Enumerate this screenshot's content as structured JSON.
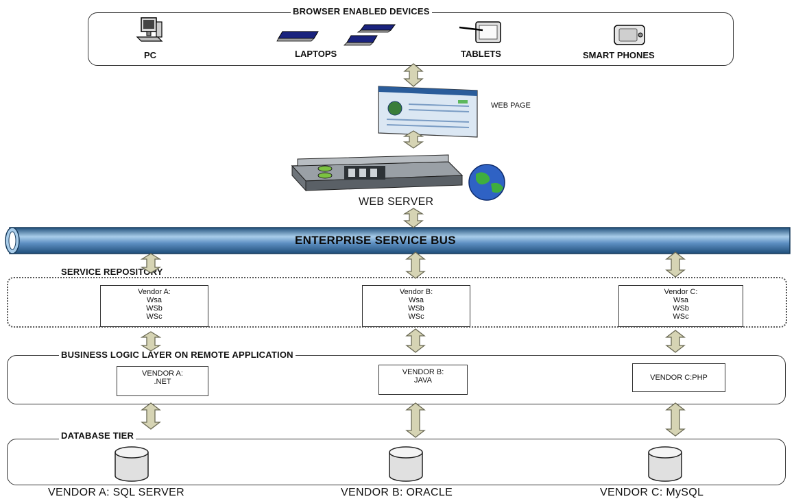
{
  "devices": {
    "title": "BROWSER ENABLED DEVICES",
    "items": [
      {
        "label": "PC",
        "icon": "pc-icon"
      },
      {
        "label": "LAPTOPS",
        "icon": "laptops-icon"
      },
      {
        "label": "TABLETS",
        "icon": "tablet-icon"
      },
      {
        "label": "SMART PHONES",
        "icon": "smartphone-icon"
      }
    ]
  },
  "web_page": {
    "label": "WEB PAGE",
    "icon": "web-page-icon"
  },
  "web_server": {
    "label": "WEB SERVER",
    "icon": "server-icon"
  },
  "esb": {
    "label": "ENTERPRISE SERVICE BUS"
  },
  "service_repository": {
    "title": "SERVICE REPOSITORY",
    "vendors": [
      {
        "lines": [
          "Vendor A:",
          "Wsa",
          "WSb",
          "WSc"
        ]
      },
      {
        "lines": [
          "Vendor B:",
          "Wsa",
          "WSb",
          "WSc"
        ]
      },
      {
        "lines": [
          "Vendor C:",
          "Wsa",
          "WSb",
          "WSc"
        ]
      }
    ]
  },
  "business_logic": {
    "title": "BUSINESS LOGIC LAYER ON REMOTE APPLICATION",
    "vendors": [
      {
        "lines": [
          "VENDOR A:",
          ".NET"
        ]
      },
      {
        "lines": [
          "VENDOR B:",
          "JAVA"
        ]
      },
      {
        "lines": [
          "VENDOR C:PHP"
        ]
      }
    ]
  },
  "database_tier": {
    "title": "DATABASE TIER",
    "vendors": [
      {
        "label": "VENDOR A: SQL SERVER",
        "icon": "database-icon"
      },
      {
        "label": "VENDOR B: ORACLE",
        "icon": "database-icon"
      },
      {
        "label": "VENDOR C: MySQL",
        "icon": "database-icon"
      }
    ]
  },
  "colors": {
    "bus_dark": "#1f4e79",
    "bus_light": "#a9cdea",
    "arrow_fill": "#d6d4b4",
    "arrow_stroke": "#6b6a55"
  }
}
